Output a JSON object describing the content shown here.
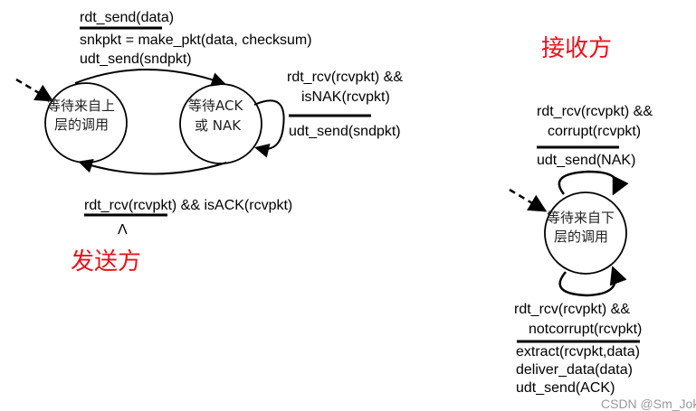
{
  "sender": {
    "title": "发送方",
    "state_wait_call": [
      "等待来自上",
      "层的调用"
    ],
    "state_wait_ack": [
      "等待ACK",
      "或 NAK"
    ],
    "t1_event": "rdt_send(data)",
    "t1_actions": [
      "snkpkt = make_pkt(data, checksum)",
      "udt_send(sndpkt)"
    ],
    "t2_event": [
      "rdt_rcv(rcvpkt) &&",
      "isNAK(rcvpkt)"
    ],
    "t2_action": "udt_send(sndpkt)",
    "t3_event": "rdt_rcv(rcvpkt) && isACK(rcvpkt)",
    "t3_action": "Λ"
  },
  "receiver": {
    "title": "接收方",
    "state_wait_call": [
      "等待来自下",
      "层的调用"
    ],
    "t1_event": [
      "rdt_rcv(rcvpkt) &&",
      "corrupt(rcvpkt)"
    ],
    "t1_action": "udt_send(NAK)",
    "t2_event": [
      "rdt_rcv(rcvpkt) &&",
      "notcorrupt(rcvpkt)"
    ],
    "t2_actions": [
      "extract(rcvpkt,data)",
      "deliver_data(data)",
      "udt_send(ACK)"
    ]
  },
  "watermark": "CSDN @Sm_Joker"
}
